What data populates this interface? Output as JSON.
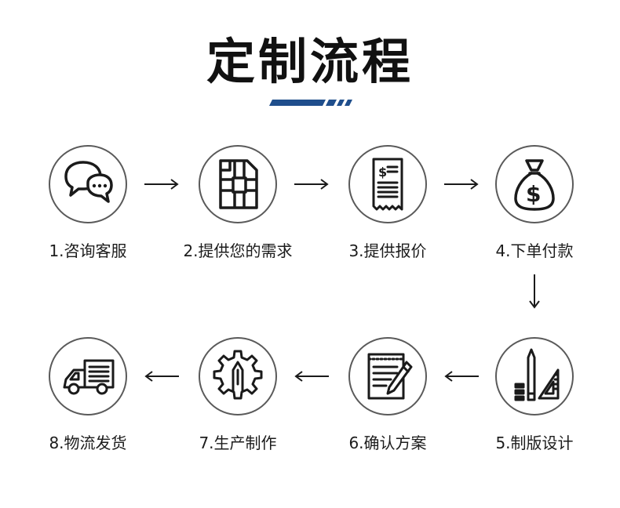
{
  "title": "定制流程",
  "colors": {
    "accent": "#1f4e8c",
    "icon_stroke": "#1a1a1a",
    "circle_border": "#5a5a5a"
  },
  "steps": [
    {
      "label": "1.咨询客服",
      "icon": "chat-bubbles-icon"
    },
    {
      "label": "2.提供您的需求",
      "icon": "document-layout-icon"
    },
    {
      "label": "3.提供报价",
      "icon": "receipt-dollar-icon"
    },
    {
      "label": "4.下单付款",
      "icon": "money-bag-icon"
    },
    {
      "label": "5.制版设计",
      "icon": "drafting-tools-icon"
    },
    {
      "label": "6.确认方案",
      "icon": "notepad-pen-icon"
    },
    {
      "label": "7.生产制作",
      "icon": "gear-pen-icon"
    },
    {
      "label": "8.物流发货",
      "icon": "delivery-truck-icon"
    }
  ]
}
